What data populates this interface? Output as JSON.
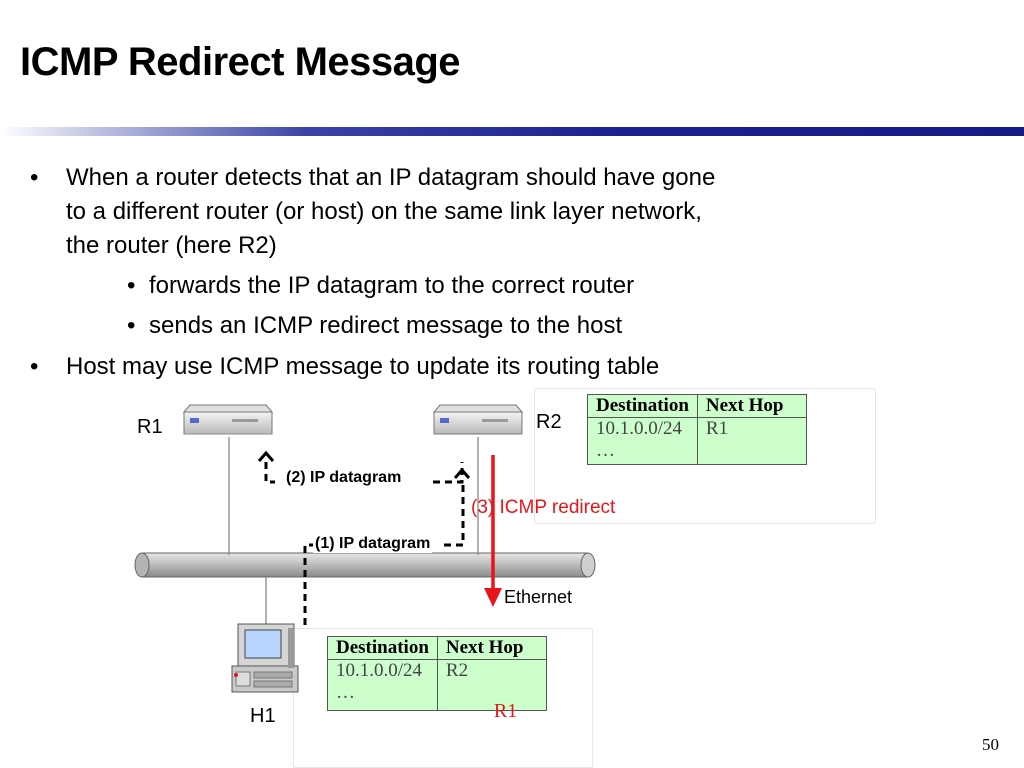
{
  "title": "ICMP Redirect Message",
  "bullets": {
    "b1_line1": "When a router detects that an IP datagram should have gone",
    "b1_line2": "to a different router (or host) on the same link layer network,",
    "b1_line3": "the router (here R2)",
    "sub1": "forwards the IP datagram to the correct router",
    "sub2": "sends  an ICMP redirect message to the host",
    "b2": "Host may use ICMP message to update its routing table"
  },
  "diagram": {
    "r1": "R1",
    "r2": "R2",
    "h1": "H1",
    "ethernet": "Ethernet",
    "step1": "(1) IP datagram",
    "step2": "(2) IP datagram",
    "step3": "(3) ICMP redirect",
    "r2_table": {
      "header_dest": "Destination",
      "header_hop": "Next Hop",
      "row1_dest": "10.1.0.0/24",
      "row1_hop": "R1",
      "row2_dest": "…"
    },
    "h1_table": {
      "header_dest": "Destination",
      "header_hop": "Next Hop",
      "row1_dest": "10.1.0.0/24",
      "row1_hop_old": "R2",
      "row1_hop_new": "R1",
      "row2_dest": "…"
    }
  },
  "page_number": "50",
  "colors": {
    "redirect": "#e8151b",
    "table_bg": "#ccffcc",
    "title_bar": "#1b2290"
  }
}
